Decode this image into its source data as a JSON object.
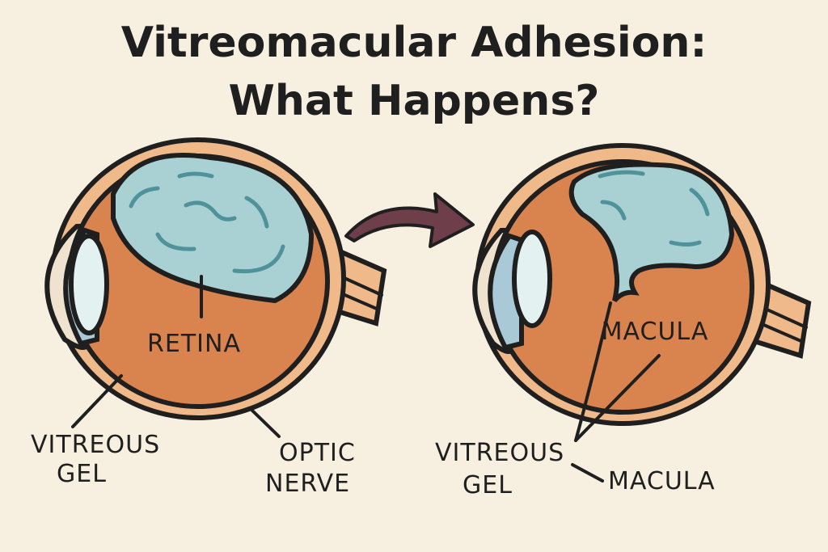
{
  "title": {
    "line1": "Vitreomacular Adhesion:",
    "line2": "What Happens?"
  },
  "left_eye": {
    "retina": "RETINA",
    "vitreous_line1": "VITREOUS",
    "vitreous_line2": "GEL",
    "optic_line1": "OPTIC",
    "optic_line2": "NERVE"
  },
  "right_eye": {
    "macula_inner": "MACULA",
    "vitreous_line1": "VITREOUS",
    "vitreous_line2": "GEL",
    "macula_outer": "MACULA"
  },
  "colors": {
    "background": "#f7efdf",
    "eye_interior": "#d9834f",
    "sclera": "#f0b98a",
    "vitreous": "#a9d1d3",
    "arrow": "#6e3e4a"
  }
}
